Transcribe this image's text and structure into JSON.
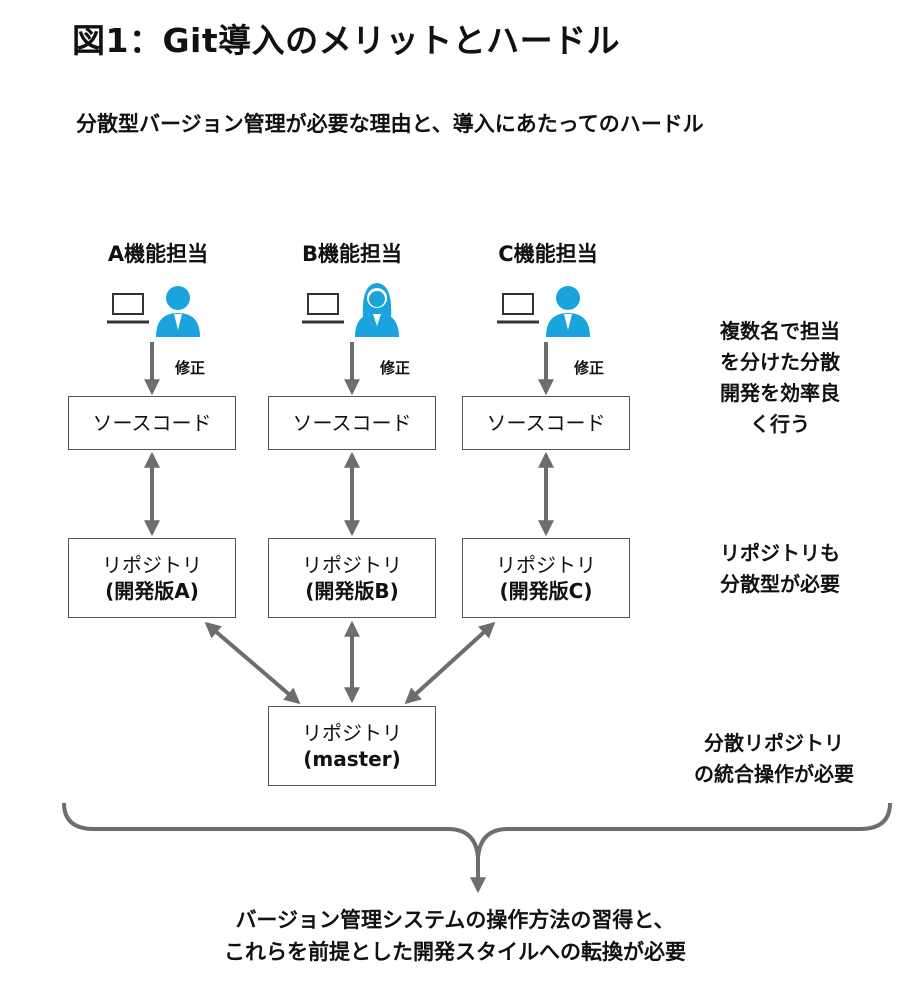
{
  "title": "図1：Git導入のメリットとハードル",
  "subtitle": "分散型バージョン管理が必要な理由と、導入にあたってのハードル",
  "teams": [
    {
      "role": "A機能担当",
      "edit_label": "修正",
      "source_label": "ソースコード",
      "repo_line1": "リポジトリ",
      "repo_line2": "(開発版A)",
      "person_icon": "male-person-icon"
    },
    {
      "role": "B機能担当",
      "edit_label": "修正",
      "source_label": "ソースコード",
      "repo_line1": "リポジトリ",
      "repo_line2": "(開発版B)",
      "person_icon": "female-person-icon"
    },
    {
      "role": "C機能担当",
      "edit_label": "修正",
      "source_label": "ソースコード",
      "repo_line1": "リポジトリ",
      "repo_line2": "(開発版C)",
      "person_icon": "male-person-icon"
    }
  ],
  "master": {
    "line1": "リポジトリ",
    "line2": "(master)"
  },
  "notes": {
    "dev": [
      "複数名で担当",
      "を分けた分散",
      "開発を効率良",
      "く行う"
    ],
    "repo": [
      "リポジトリも",
      "分散型が必要"
    ],
    "merge": [
      "分散リポジトリ",
      "の統合操作が必要"
    ]
  },
  "conclusion": [
    "バージョン管理システムの操作方法の習得と、",
    "これらを前提とした開発スタイルへの転換が必要"
  ],
  "colors": {
    "person": "#1aa3dc",
    "arrow": "#6d6d6d",
    "box_border": "#555555",
    "laptop": "#333333"
  }
}
